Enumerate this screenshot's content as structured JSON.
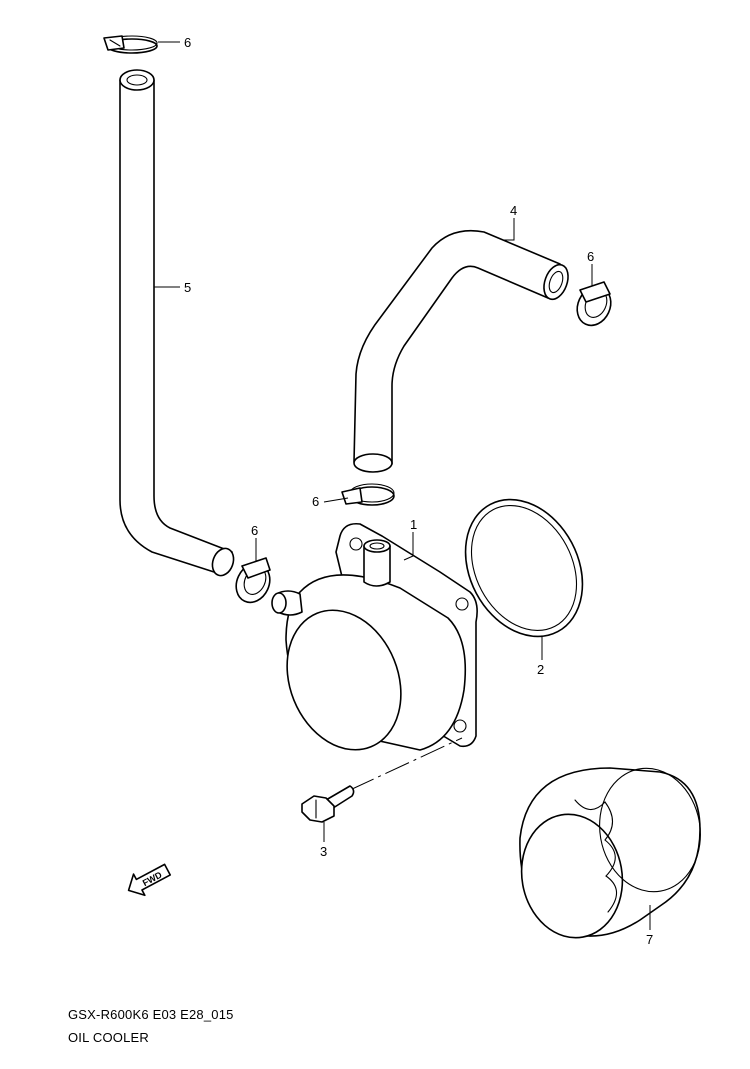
{
  "diagram": {
    "model_code": "GSX-R600K6 E03 E28_015",
    "title": "OIL COOLER",
    "fwd_label": "FWD",
    "callouts": {
      "clamp_top": "6",
      "hose_long": "5",
      "hose_upper": "4",
      "clamp_right": "6",
      "clamp_middle": "6",
      "clamp_left": "6",
      "cooler": "1",
      "o_ring": "2",
      "bolt": "3",
      "filter": "7"
    }
  }
}
